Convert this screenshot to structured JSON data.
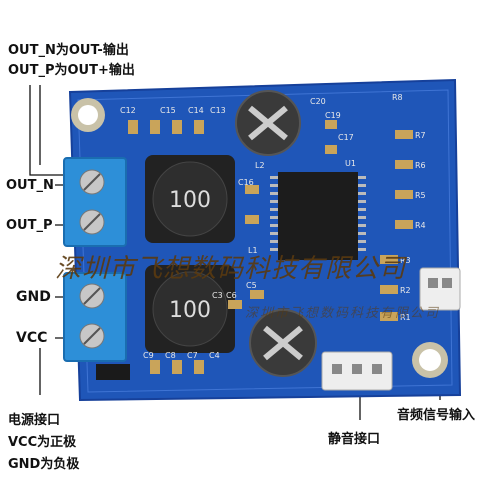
{
  "labels": {
    "top_line1": "OUT_N为OUT-输出",
    "top_line2": "OUT_P为OUT+输出",
    "out_n": "OUT_N",
    "out_p": "OUT_P",
    "gnd": "GND",
    "vcc": "VCC",
    "power_line1": "电源接口",
    "power_line2": "VCC为正极",
    "power_line3": "GND为负极",
    "audio_input": "音频信号输入",
    "mute": "静音接口"
  },
  "board": {
    "inductor_top_value": "100",
    "inductor_bottom_value": "100",
    "silkscreen": [
      "C12",
      "C15",
      "C14",
      "C13",
      "C20",
      "L2",
      "L1",
      "C16",
      "C17",
      "C19",
      "C9",
      "C6",
      "C3",
      "C8",
      "C5",
      "C7",
      "C4",
      "R8",
      "R7",
      "R6",
      "R5",
      "R4",
      "R3",
      "R2",
      "R1",
      "U1"
    ]
  },
  "watermark": {
    "line1": "深圳市飞想数码科技有限公司",
    "line2": "深圳市飞想数码科技有限公司"
  },
  "colors": {
    "pcb": "#1f56b8",
    "terminal": "#2d8fd8",
    "inductor": "#222222",
    "capacitor": "#3a3a3a",
    "watermark": "#5a3a10"
  }
}
